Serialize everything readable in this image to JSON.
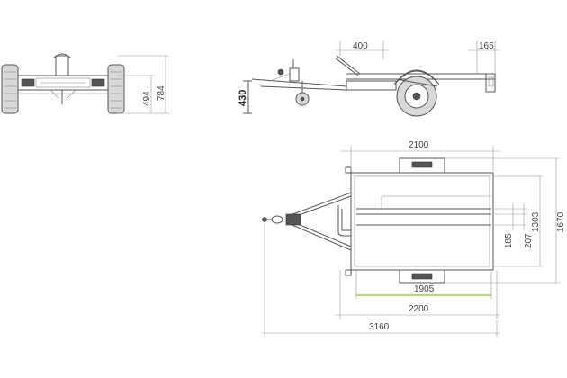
{
  "front_view": {
    "dims": {
      "wheel_height": "494",
      "total_height": "784"
    }
  },
  "side_view": {
    "dims": {
      "tilt_offset": "400",
      "rear_overhang": "165",
      "drawbar_height": "430"
    }
  },
  "top_view": {
    "dims": {
      "bed_length": "2100",
      "usable_length": "1905",
      "frame_length": "2200",
      "total_length": "3160",
      "ramp_width": "185",
      "channel_width": "207",
      "bed_width": "1303",
      "total_width": "1670"
    }
  },
  "colors": {
    "highlight_dimension": "#9acd32",
    "line": "#555555"
  }
}
